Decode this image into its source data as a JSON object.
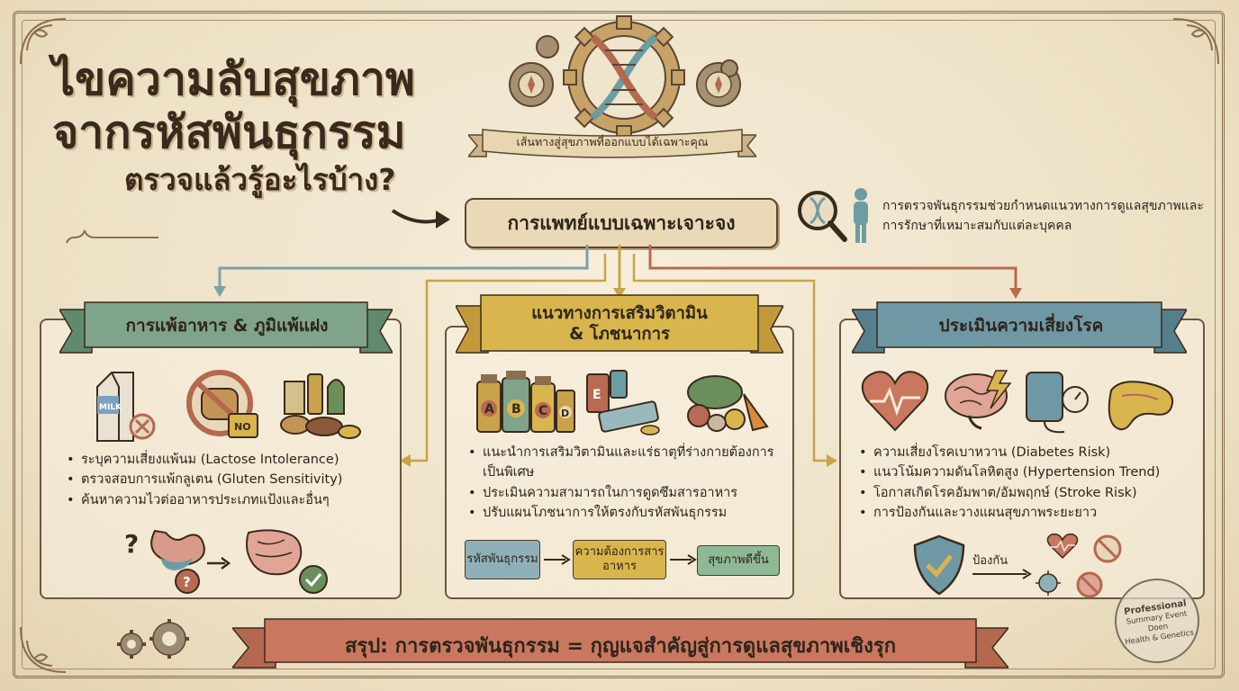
{
  "title": {
    "line1": "ไขความลับสุขภาพ",
    "line2": "จากรหัสพันธุกรรม",
    "line3": "ตรวจแล้วรู้อะไรบ้าง?"
  },
  "top_banner": "เส้นทางสู่สุขภาพที่ออกแบบได้เฉพาะคุณ",
  "central": {
    "label": "การแพทย์แบบเฉพาะเจาะจง",
    "description": "การตรวจพันธุกรรมช่วยกำหนดแนวทางการดูแลสุขภาพและการรักษาที่เหมาะสมกับแต่ละบุคคล"
  },
  "panels": {
    "allergy": {
      "title": "การแพ้อาหาร & ภูมิแพ้แฝง",
      "icon_text_milk": "MILK",
      "icon_text_no": "NO",
      "bullets": [
        "ระบุความเสี่ยงแพ้นม (Lactose Intolerance)",
        "ตรวจสอบการแพ้กลูเตน (Gluten Sensitivity)",
        "ค้นหาความไวต่ออาหารประเภทแป้งและอื่นๆ"
      ]
    },
    "vitamin": {
      "title_line1": "แนวทางการเสริมวิตามิน",
      "title_line2": "& โภชนาการ",
      "vitamin_letters": [
        "A",
        "B",
        "C",
        "D",
        "E"
      ],
      "bullets": [
        "แนะนำการเสริมวิตามินและแร่ธาตุที่ร่างกายต้องการเป็นพิเศษ",
        "ประเมินความสามารถในการดูดซึมสารอาหาร",
        "ปรับแผนโภชนาการให้ตรงกับรหัสพันธุกรรม"
      ],
      "flow": [
        "รหัสพันธุกรรม",
        "ความต้องการสารอาหาร",
        "สุขภาพดีขึ้น"
      ]
    },
    "risk": {
      "title": "ประเมินความเสี่ยงโรค",
      "bullets": [
        "ความเสี่ยงโรคเบาหวาน (Diabetes Risk)",
        "แนวโน้มความดันโลหิตสูง (Hypertension Trend)",
        "โอกาสเกิดโรคอัมพาต/อัมพฤกษ์ (Stroke Risk)",
        "การป้องกันและวางแผนสุขภาพระยะยาว"
      ],
      "protect_label": "ป้องกัน"
    }
  },
  "summary": "สรุป: การตรวจพันธุกรรม = กุญแจสำคัญสู่การดูแลสุขภาพเชิงรุก",
  "stamp": {
    "line1": "Professional",
    "line2": "Summary Event Doen",
    "line3": "Health & Genetics"
  },
  "colors": {
    "background": "#efe4cc",
    "ink": "#3b2f24",
    "green_banner": "#7fa48a",
    "gold_banner": "#d9b54e",
    "blue_banner": "#6f98a5",
    "red_banner": "#c9785f",
    "arrow_blue": "#7fa0a8",
    "arrow_gold": "#c9a24a",
    "arrow_red": "#b86a52"
  }
}
